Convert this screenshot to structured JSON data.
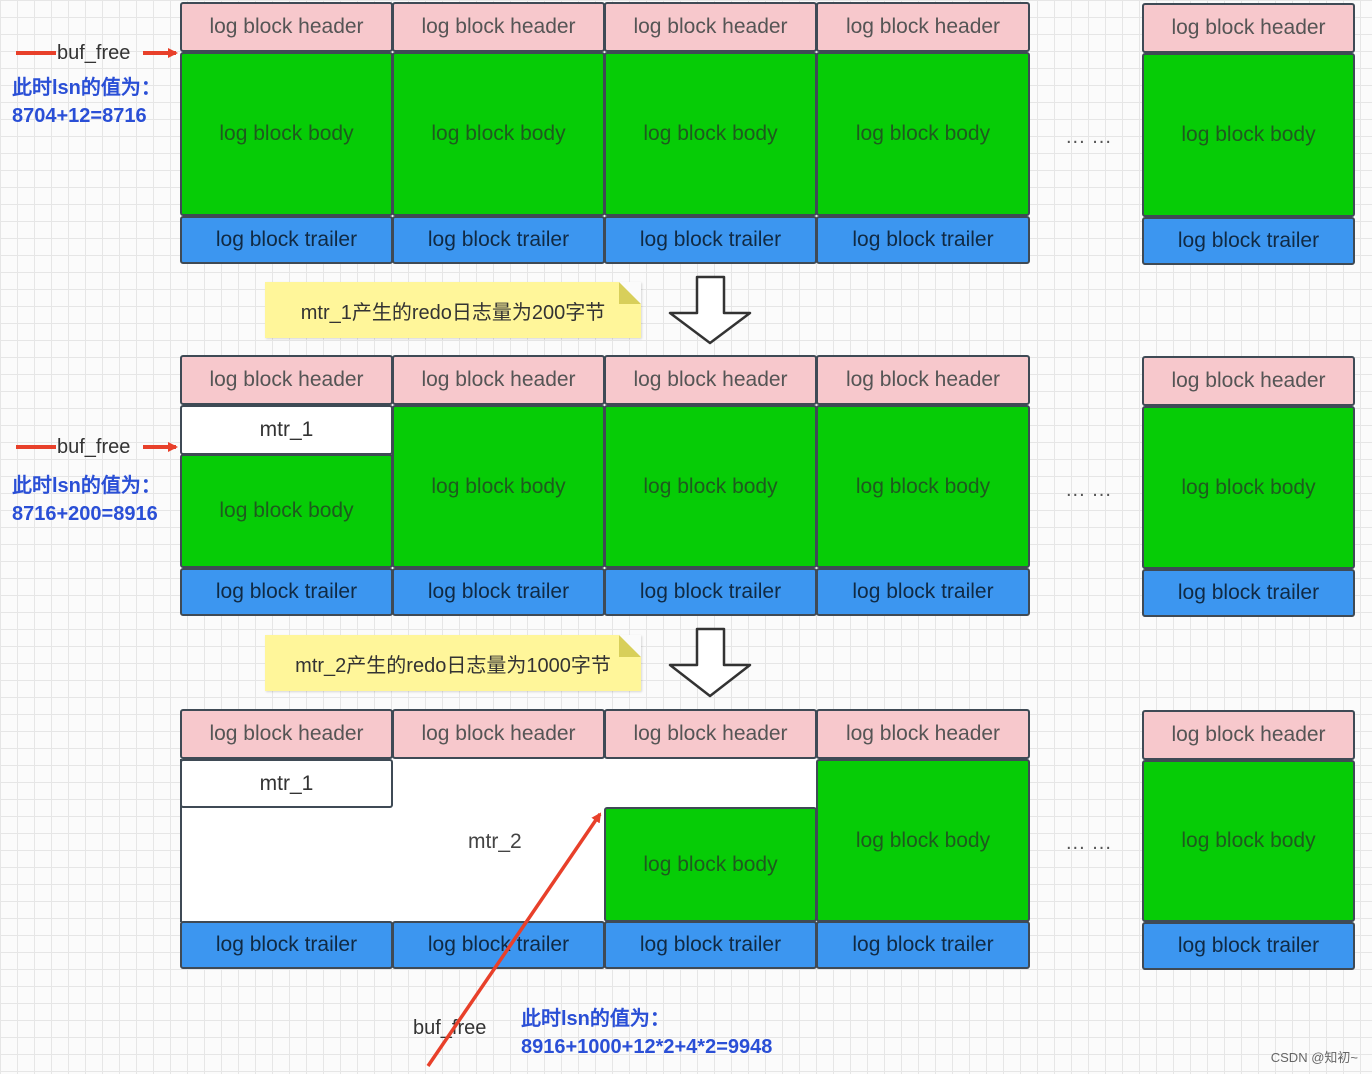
{
  "labels": {
    "header": "log block header",
    "body": "log block body",
    "trailer": "log block trailer",
    "mtr1": "mtr_1",
    "mtr2": "mtr_2",
    "buf_free": "buf_free",
    "ellipsis": "... ..."
  },
  "notes": {
    "step1": "mtr_1产生的redo日志量为200字节",
    "step2": "mtr_2产生的redo日志量为1000字节"
  },
  "lsn": {
    "stage1": {
      "line1": "此时lsn的值为：",
      "line2": "8704+12=8716"
    },
    "stage2": {
      "line1": "此时lsn的值为：",
      "line2": "8716+200=8916"
    },
    "stage3": {
      "line1": "此时lsn的值为：",
      "line2": "8916+1000+12*2+4*2=9948"
    }
  },
  "colors": {
    "header": "#f7c8cc",
    "body": "#06cc06",
    "trailer": "#3c96f0",
    "arrow": "#e8402a",
    "lsn_text": "#2a4fd6",
    "note": "#fff69a"
  },
  "watermark": "CSDN @知初~"
}
